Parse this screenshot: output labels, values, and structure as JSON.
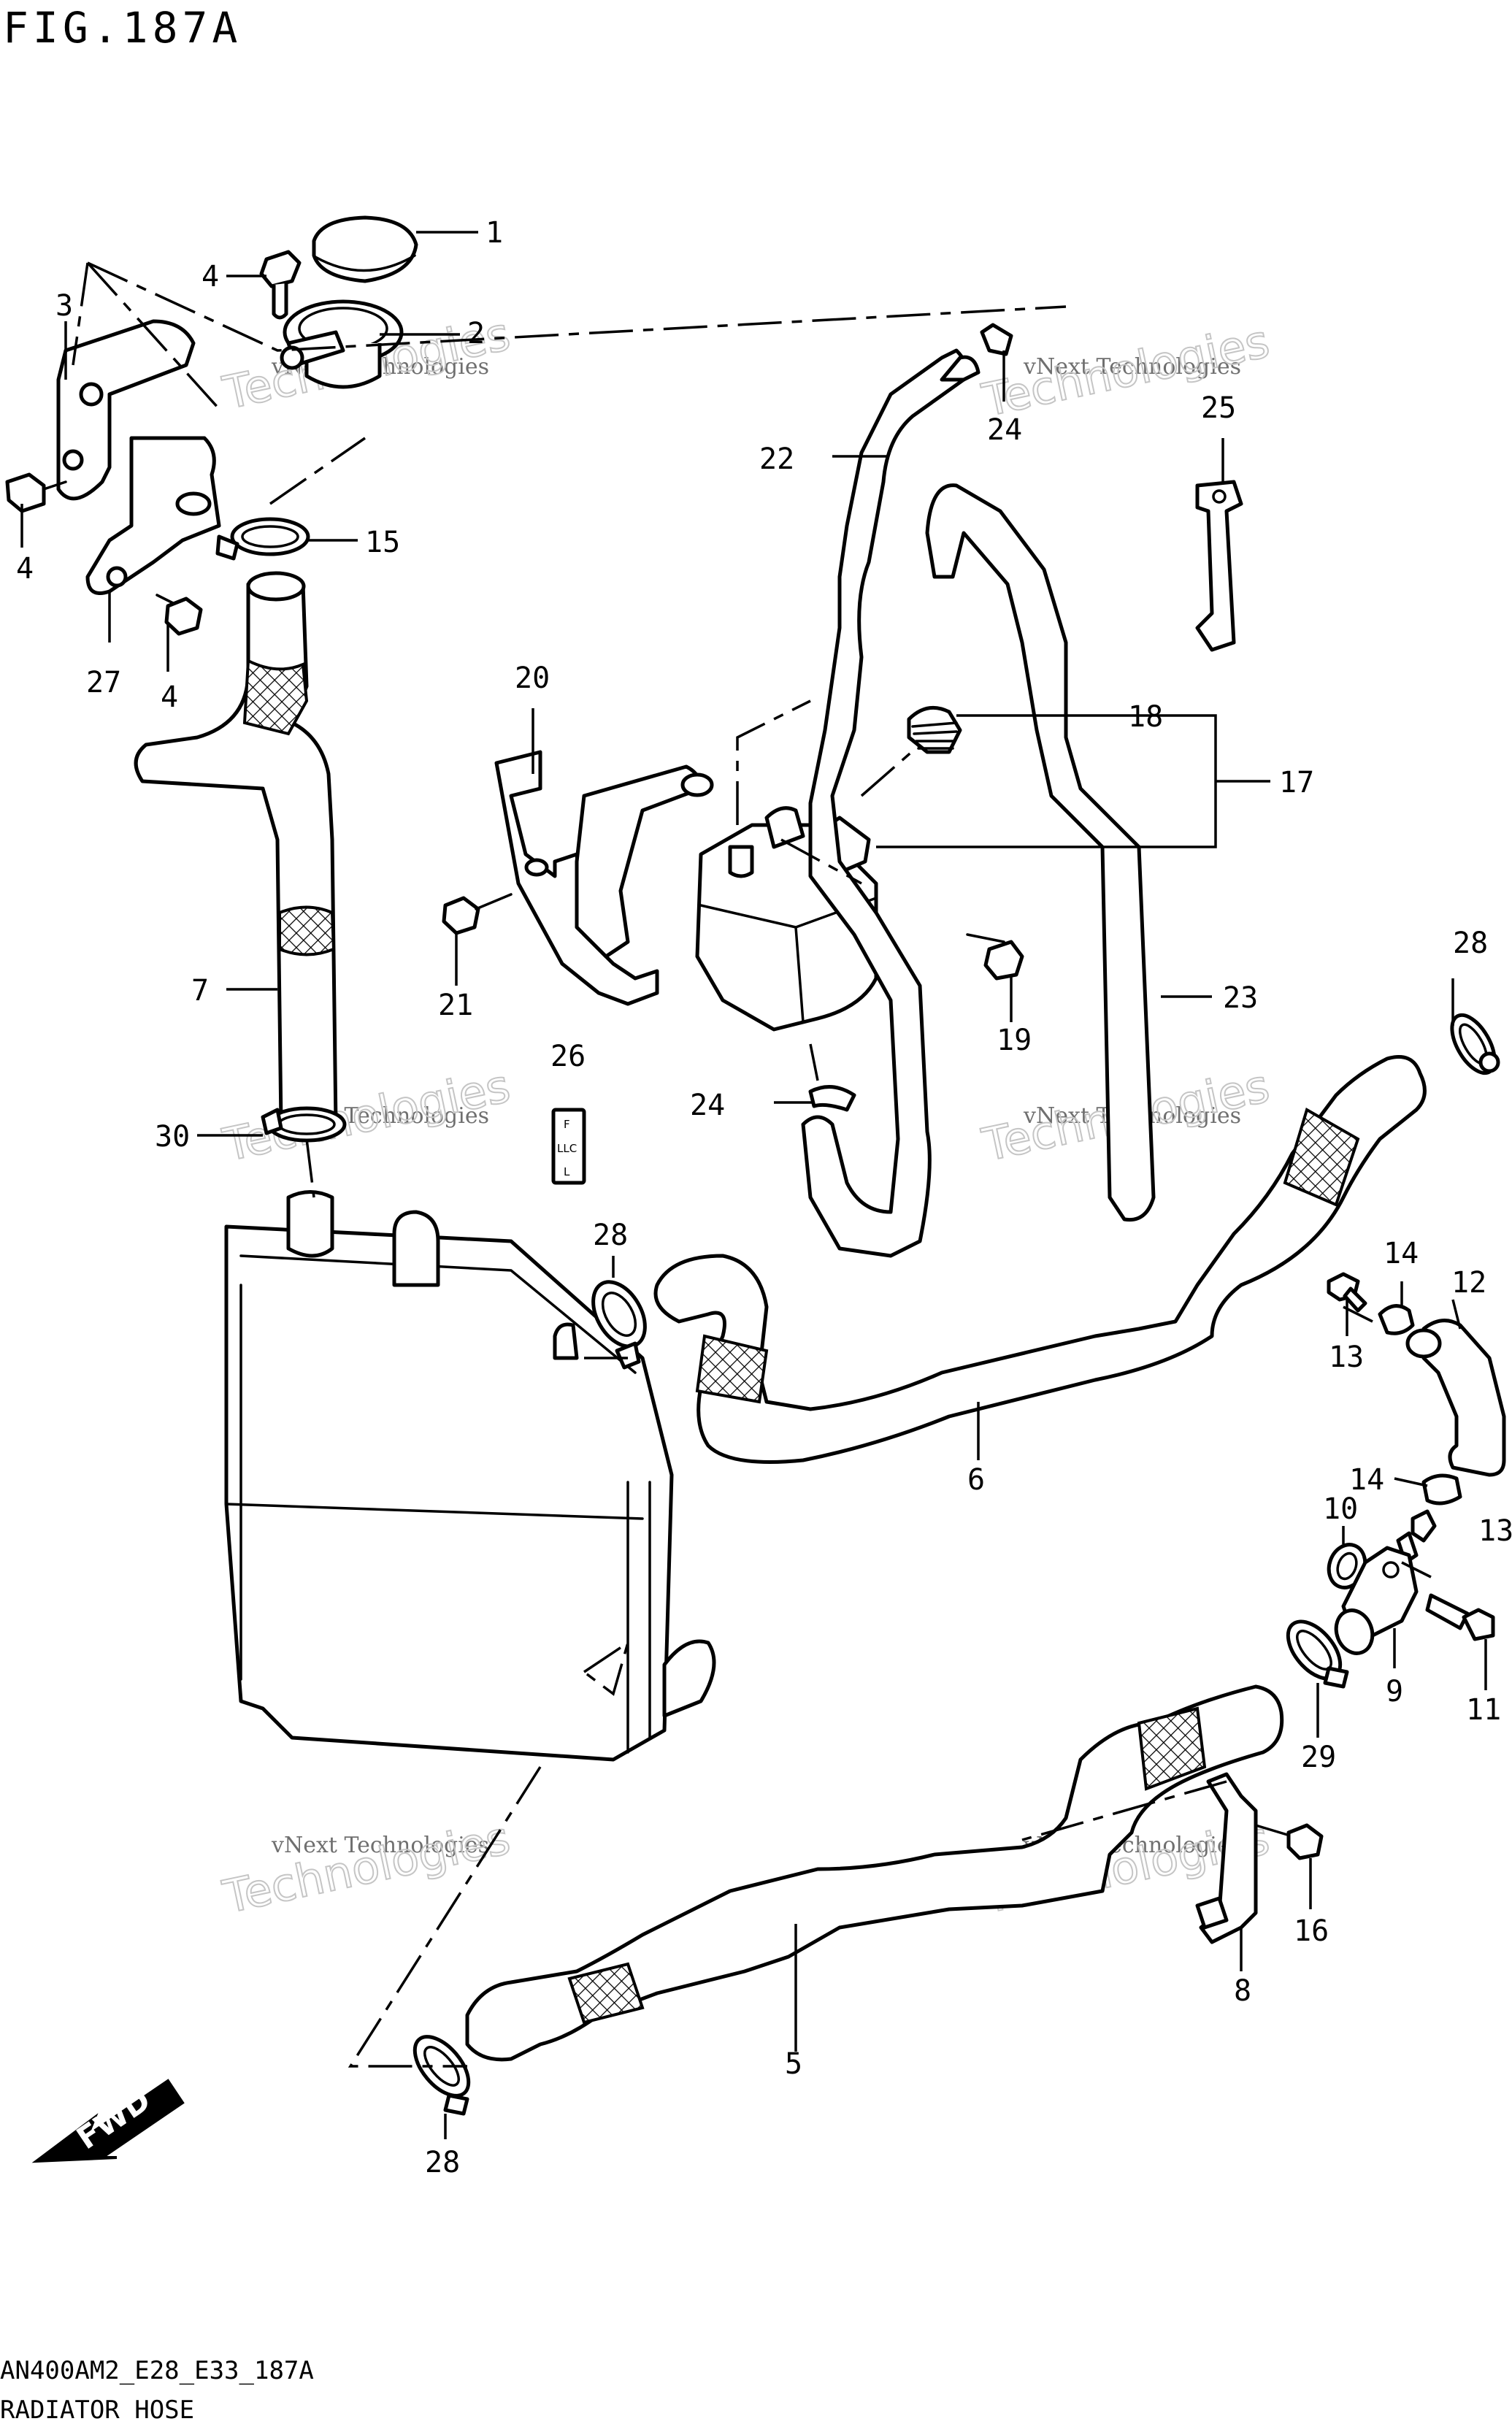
{
  "figure": {
    "title": "FIG.187A",
    "model_code": "AN400AM2_E28_E33_187A",
    "caption": "RADIATOR HOSE"
  },
  "watermark": {
    "line1": "vNext Technologies",
    "line2": "Technologies"
  },
  "callouts": {
    "c1": "1",
    "c2": "2",
    "c3": "3",
    "c4a": "4",
    "c4b": "4",
    "c4c": "4",
    "c5": "5",
    "c6": "6",
    "c7": "7",
    "c8": "8",
    "c9": "9",
    "c10": "10",
    "c11": "11",
    "c12": "12",
    "c13a": "13",
    "c13b": "13",
    "c14a": "14",
    "c14b": "14",
    "c15": "15",
    "c16": "16",
    "c17": "17",
    "c18": "18",
    "c19": "19",
    "c20": "20",
    "c21": "21",
    "c22": "22",
    "c23": "23",
    "c24a": "24",
    "c24b": "24",
    "c25": "25",
    "c26": "26",
    "c27": "27",
    "c28a": "28",
    "c28b": "28",
    "c28c": "28",
    "c29": "29",
    "c30": "30"
  },
  "label_26": {
    "top": "F",
    "middle": "LLC",
    "bottom": "L"
  },
  "fwd_arrow": {
    "label": "FWD"
  }
}
